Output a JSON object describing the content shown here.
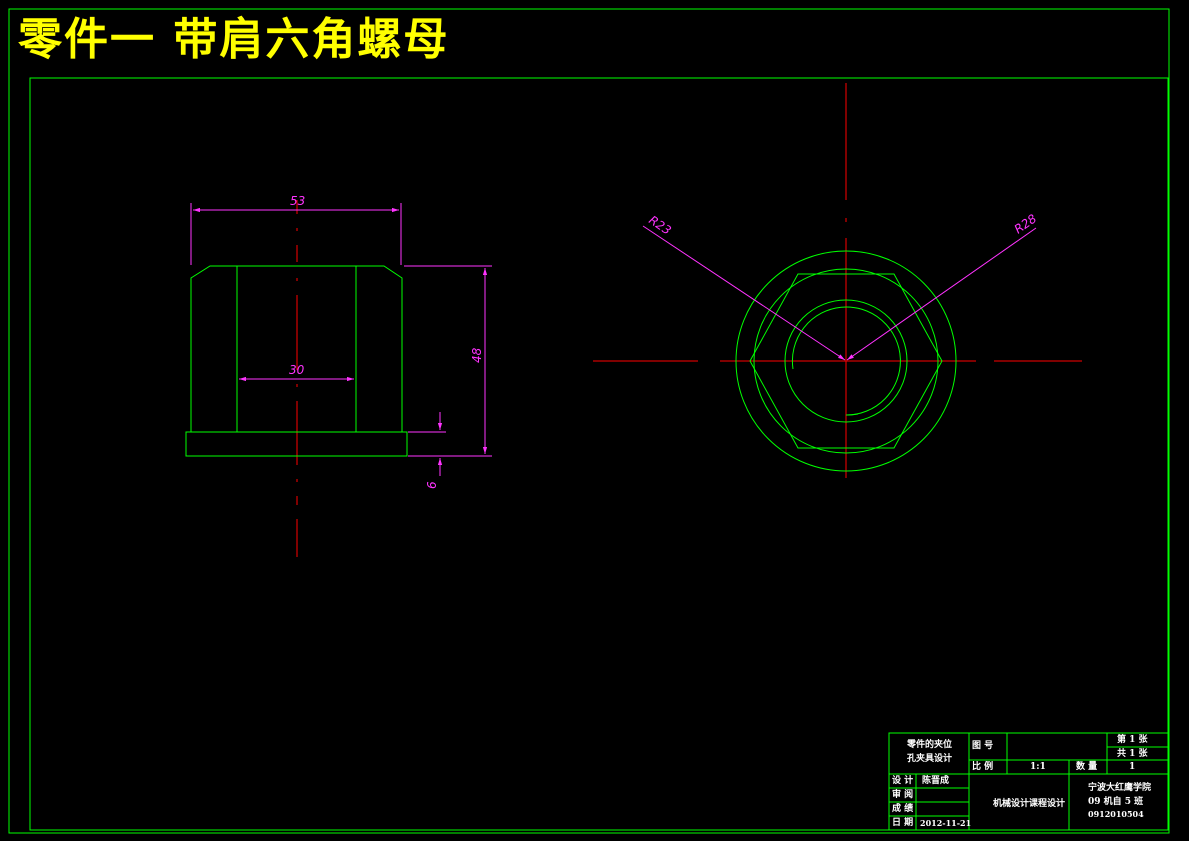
{
  "title": "零件一 带肩六角螺母",
  "colors": {
    "background": "#000000",
    "outline": "#00ff00",
    "centerline": "#ff0000",
    "dimension": "#ff33ff",
    "title": "#ffff00",
    "text": "#ffffff"
  },
  "dimensions": {
    "width_top": "53",
    "bore": "30",
    "height": "48",
    "flange": "6",
    "radius_left": "R23",
    "radius_right": "R28"
  },
  "title_block": {
    "project_line1": "零件的夹位",
    "project_line2": "孔夹具设计",
    "drawing_no_label": "图 号",
    "scale_label": "比 例",
    "scale_value": "1:1",
    "qty_label": "数 量",
    "qty_value": "1",
    "sheet_no": "第 1 张",
    "sheet_total": "共 1 张",
    "designer_label": "设 计",
    "designer_name": "陈晋成",
    "review_label": "审 阅",
    "grade_label": "成 绩",
    "date_label": "日 期",
    "date_value": "2012-11-21",
    "course": "机械设计课程设计",
    "school": "宁波大红鹰学院",
    "class": "09 机自 5 班",
    "student_id": "0912010504"
  }
}
